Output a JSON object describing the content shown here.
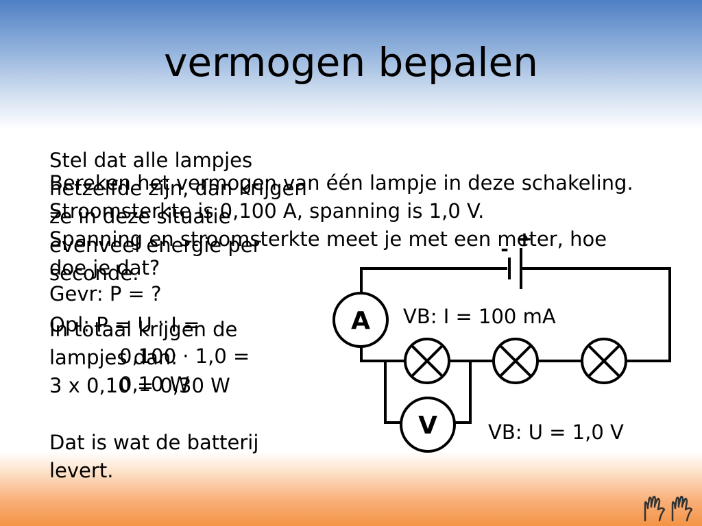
{
  "slide": {
    "title": "vermogen bepalen"
  },
  "text_layer_1": "Stel dat alle lampjes hetzelfde zijn, dan krijgen ze in deze situatie evenveel energie per seconde.\n\nIn totaal krijgen de lampjes dan:\n3 x 0,10 = 0,30 W\n\nDat is wat de batterij levert.",
  "text_layer_2": "Bereken het vermogen van één lampje in deze schakeling. Stroomsterkte is 0,100 A, spanning is 1,0 V.\nSpanning en stroomsterkte meet je met een meter, hoe doe je dat?",
  "text_layer_3": {
    "line1": "Gevr: P = ?",
    "line2": "Opl: P = U · I =",
    "line3": "0,100 · 1,0 = 0,10 W"
  },
  "circuit": {
    "battery_minus": "-",
    "battery_plus": "+",
    "ammeter_symbol": "A",
    "voltmeter_symbol": "V",
    "ammeter_reading": "VB: I = 100 mA",
    "voltmeter_reading": "VB: U = 1,0 V",
    "lamp_count": 3
  }
}
